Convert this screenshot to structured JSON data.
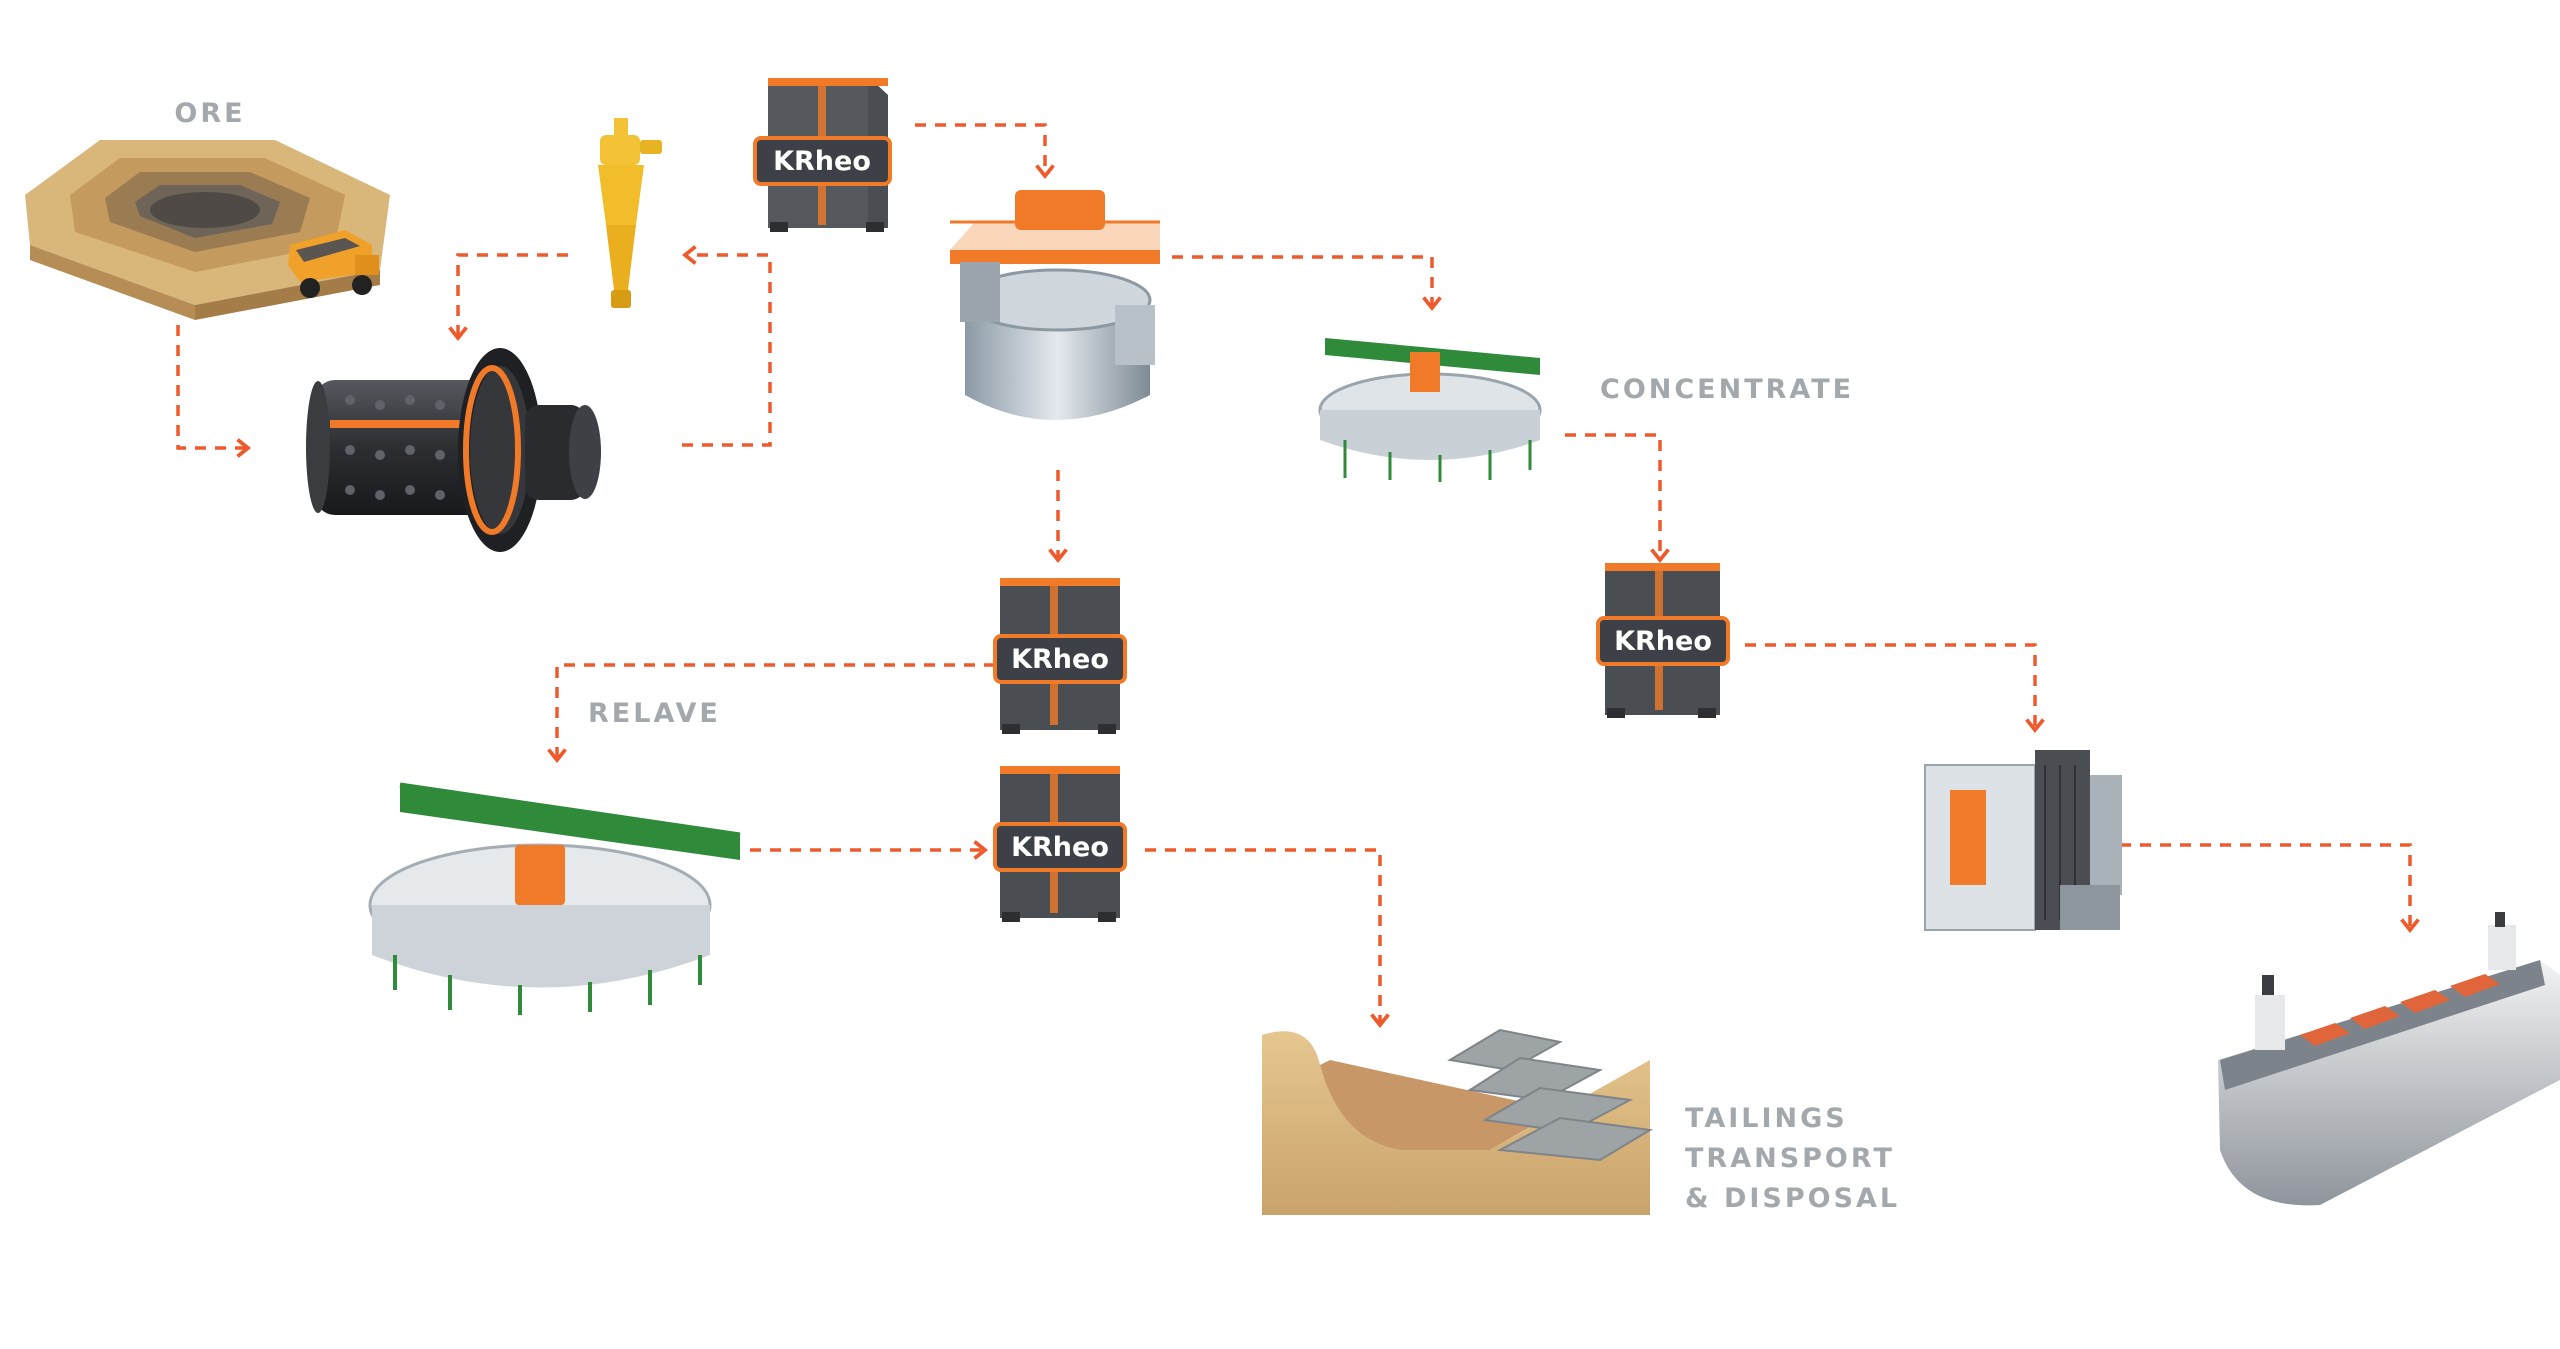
{
  "labels": {
    "ore": "ORE",
    "concentrate": "CONCENTRATE",
    "relave": "RELAVE",
    "tailings": [
      "TAILINGS",
      "TRANSPORT",
      "& DISPOSAL"
    ]
  },
  "unit_label": "KRheo",
  "colors": {
    "flow_arrow": "#ee5a2c",
    "accent_orange": "#f07a28",
    "label_grey": "#a3a8ad",
    "tank_dark": "#4a4d52",
    "badge_bg": "#3d4147"
  },
  "icons": [
    "open-pit-mine-icon",
    "haul-truck-icon",
    "hydrocyclone-icon",
    "ball-mill-icon",
    "thickener-tank-icon",
    "flotation-thickener-icon",
    "tailings-dam-icon",
    "filter-press-icon",
    "bulk-carrier-ship-icon",
    "krheo-unit-icon"
  ]
}
